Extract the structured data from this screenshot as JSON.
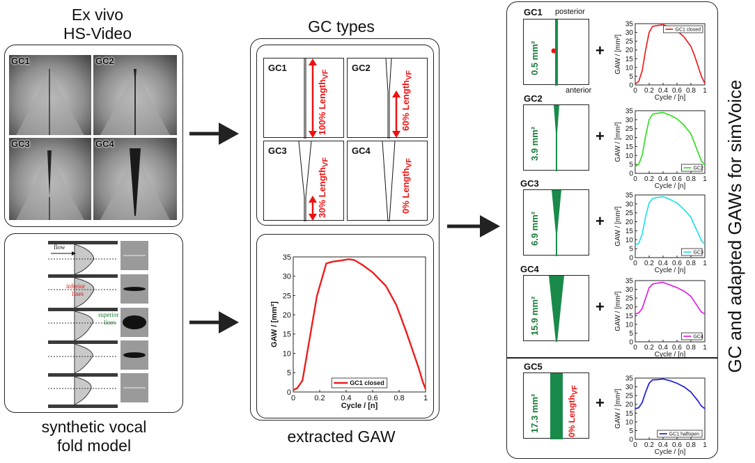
{
  "left": {
    "title_line1": "Ex vivo",
    "title_line2": "HS-Video",
    "photo_labels": [
      "GC1",
      "GC2",
      "GC3",
      "GC4"
    ],
    "bottom_title_line1": "synthetic vocal",
    "bottom_title_line2": "fold model",
    "model_labels": {
      "flow": "flow",
      "inferior": "inferior",
      "inferior_lines": "lines",
      "superior": "superior",
      "superior_lines": "lines"
    }
  },
  "middle": {
    "title": "GC types",
    "types": [
      {
        "label": "GC1",
        "length_text": "100% Length",
        "sub": "VF"
      },
      {
        "label": "GC2",
        "length_text": "60% Length",
        "sub": "VF"
      },
      {
        "label": "GC3",
        "length_text": "30% Length",
        "sub": "VF"
      },
      {
        "label": "GC4",
        "length_text": "0% Length",
        "sub": "VF"
      }
    ],
    "bottom_title": "extracted GAW"
  },
  "right": {
    "title": "GC and adapted GAWs for simVoice",
    "posterior": "posterior",
    "anterior": "anterior",
    "rows": [
      {
        "label": "GC1",
        "area": "0.5 mm²",
        "legend": "GC1 closed"
      },
      {
        "label": "GC2",
        "area": "3.9 mm²",
        "legend": "GC2"
      },
      {
        "label": "GC3",
        "area": "6.9 mm²",
        "legend": "GC3"
      },
      {
        "label": "GC4",
        "area": "15.9 mm²",
        "legend": "GC4"
      },
      {
        "label": "GC5",
        "area": "17.3 mm²",
        "legend": "GC1 halfopen",
        "length_text": "0% Length",
        "sub": "VF"
      }
    ],
    "plus": "+"
  },
  "chart_data": [
    {
      "type": "line",
      "xlabel": "Cycle / [n]",
      "ylabel": "GAW / [mm²]",
      "xlim": [
        0,
        1
      ],
      "ylim": [
        0,
        35
      ],
      "xticks": [
        "0",
        "0.2",
        "0.4",
        "0.6",
        "0.8",
        "1"
      ],
      "yticks": [
        "0",
        "5",
        "10",
        "15",
        "20",
        "25",
        "30",
        "35"
      ],
      "series": [
        {
          "name": "GC1 closed",
          "color": "#ee1c1c",
          "x": [
            0,
            0.03,
            0.07,
            0.12,
            0.18,
            0.25,
            0.3,
            0.35,
            0.42,
            0.46,
            0.52,
            0.6,
            0.7,
            0.78,
            0.85,
            0.9,
            0.95,
            0.98,
            1.0
          ],
          "y": [
            0.5,
            1,
            3,
            13,
            25,
            33.3,
            33.8,
            34.0,
            34.4,
            34.2,
            33,
            31,
            27.5,
            22.5,
            16,
            11,
            6,
            2.5,
            0.8
          ]
        }
      ],
      "legend": "bottom-center"
    },
    {
      "type": "line",
      "xlabel": "Cycle / [n]",
      "ylabel": "GAW / [mm²]",
      "xlim": [
        0,
        1
      ],
      "ylim": [
        0,
        35
      ],
      "xticks": [
        "0",
        "0.2",
        "0.4",
        "0.6",
        "0.8",
        "1"
      ],
      "yticks": [
        "0",
        "5",
        "10",
        "15",
        "20",
        "25",
        "30",
        "35"
      ],
      "series": [
        {
          "name": "GC1 closed",
          "color": "#ee1c1c",
          "x": [
            0,
            0.05,
            0.1,
            0.15,
            0.2,
            0.25,
            0.3,
            0.4,
            0.5,
            0.6,
            0.7,
            0.8,
            0.85,
            0.9,
            0.95,
            1.0
          ],
          "y": [
            0.5,
            2,
            8,
            20,
            30,
            33.5,
            33.8,
            34.4,
            33,
            31,
            27.5,
            22,
            17,
            11,
            5,
            0.8
          ]
        }
      ],
      "legend": "top-right"
    },
    {
      "type": "line",
      "xlabel": "Cycle / [n]",
      "ylabel": "GAW / [mm²]",
      "xlim": [
        0,
        1
      ],
      "ylim": [
        0,
        35
      ],
      "xticks": [
        "0",
        "0.2",
        "0.4",
        "0.6",
        "0.8",
        "1"
      ],
      "yticks": [
        "0",
        "5",
        "10",
        "15",
        "20",
        "25",
        "30",
        "35"
      ],
      "series": [
        {
          "name": "GC2",
          "color": "#33dd22",
          "x": [
            0,
            0.05,
            0.1,
            0.15,
            0.2,
            0.25,
            0.3,
            0.4,
            0.5,
            0.6,
            0.7,
            0.8,
            0.85,
            0.9,
            0.95,
            1.0
          ],
          "y": [
            4,
            5,
            10,
            21,
            30,
            33,
            33.5,
            34,
            32.5,
            30.5,
            27,
            22,
            17,
            12,
            7,
            4.5
          ]
        }
      ],
      "legend": "bottom-right"
    },
    {
      "type": "line",
      "xlabel": "Cycle / [n]",
      "ylabel": "GAW / [mm²]",
      "xlim": [
        0,
        1
      ],
      "ylim": [
        0,
        35
      ],
      "xticks": [
        "0",
        "0.2",
        "0.4",
        "0.6",
        "0.8",
        "1"
      ],
      "yticks": [
        "0",
        "5",
        "10",
        "15",
        "20",
        "25",
        "30",
        "35"
      ],
      "series": [
        {
          "name": "GC3",
          "color": "#22e0e8",
          "x": [
            0,
            0.05,
            0.1,
            0.15,
            0.2,
            0.25,
            0.3,
            0.4,
            0.5,
            0.6,
            0.7,
            0.8,
            0.85,
            0.9,
            0.95,
            1.0
          ],
          "y": [
            7,
            8,
            13,
            23,
            30.5,
            33,
            33.5,
            34,
            32.5,
            30.5,
            27,
            22.5,
            18,
            14,
            9.5,
            7.5
          ]
        }
      ],
      "legend": "bottom-right"
    },
    {
      "type": "line",
      "xlabel": "Cycle / [n]",
      "ylabel": "GAW / [mm²]",
      "xlim": [
        0,
        1
      ],
      "ylim": [
        0,
        35
      ],
      "xticks": [
        "0",
        "0.2",
        "0.4",
        "0.6",
        "0.8",
        "1"
      ],
      "yticks": [
        "0",
        "5",
        "10",
        "15",
        "20",
        "25",
        "30",
        "35"
      ],
      "series": [
        {
          "name": "GC4",
          "color": "#dd22dd",
          "x": [
            0,
            0.05,
            0.1,
            0.15,
            0.2,
            0.25,
            0.3,
            0.4,
            0.5,
            0.6,
            0.7,
            0.8,
            0.85,
            0.9,
            0.95,
            1.0
          ],
          "y": [
            16,
            16.5,
            19,
            25,
            31,
            33,
            33.5,
            34,
            32.5,
            31,
            29,
            26,
            23,
            20,
            17,
            16
          ]
        }
      ],
      "legend": "bottom-right"
    },
    {
      "type": "line",
      "xlabel": "Cycle / [n]",
      "ylabel": "GAW / [mm²]",
      "xlim": [
        0,
        1
      ],
      "ylim": [
        0,
        35
      ],
      "xticks": [
        "0",
        "0.2",
        "0.4",
        "0.6",
        "0.8",
        "1"
      ],
      "yticks": [
        "0",
        "5",
        "10",
        "15",
        "20",
        "25",
        "30",
        "35"
      ],
      "series": [
        {
          "name": "GC1 halfopen",
          "color": "#1a1ad8",
          "x": [
            0,
            0.05,
            0.1,
            0.15,
            0.2,
            0.25,
            0.3,
            0.4,
            0.5,
            0.6,
            0.7,
            0.8,
            0.85,
            0.9,
            0.95,
            1.0
          ],
          "y": [
            17.5,
            18,
            21,
            27,
            32,
            34,
            34,
            34.5,
            33.5,
            32,
            30,
            27,
            24.5,
            22,
            19,
            17.5
          ]
        }
      ],
      "legend": "bottom-right"
    }
  ]
}
